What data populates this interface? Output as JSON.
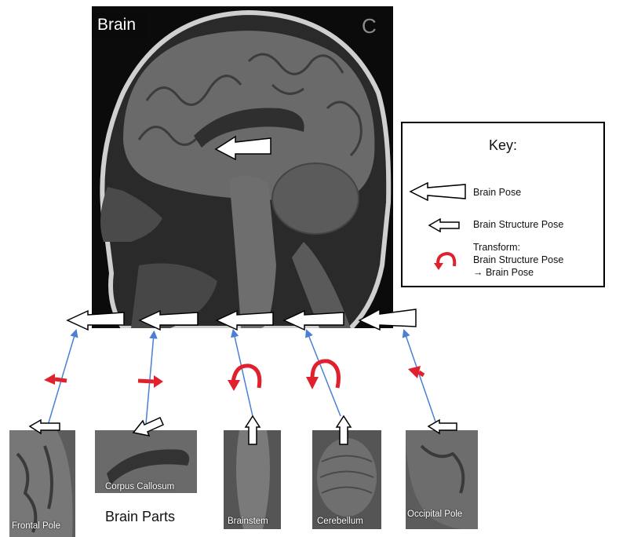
{
  "main_image": {
    "label": "Brain",
    "panel_letter": "C"
  },
  "key": {
    "title": "Key:",
    "brain_pose": "Brain Pose",
    "brain_structure_pose": "Brain Structure Pose",
    "transform_line1": "Transform:",
    "transform_line2": "Brain Structure Pose",
    "transform_line3": "→ Brain Pose"
  },
  "parts_title": "Brain Parts",
  "parts": [
    {
      "label": "Frontal Pole"
    },
    {
      "label": "Corpus Callosum"
    },
    {
      "label": "Brainstem"
    },
    {
      "label": "Cerebellum"
    },
    {
      "label": "Occipital Pole"
    }
  ],
  "colors": {
    "connector": "#4a7fd4",
    "transform": "#e0202c",
    "arrow_fill": "#ffffff",
    "arrow_stroke": "#000000"
  }
}
